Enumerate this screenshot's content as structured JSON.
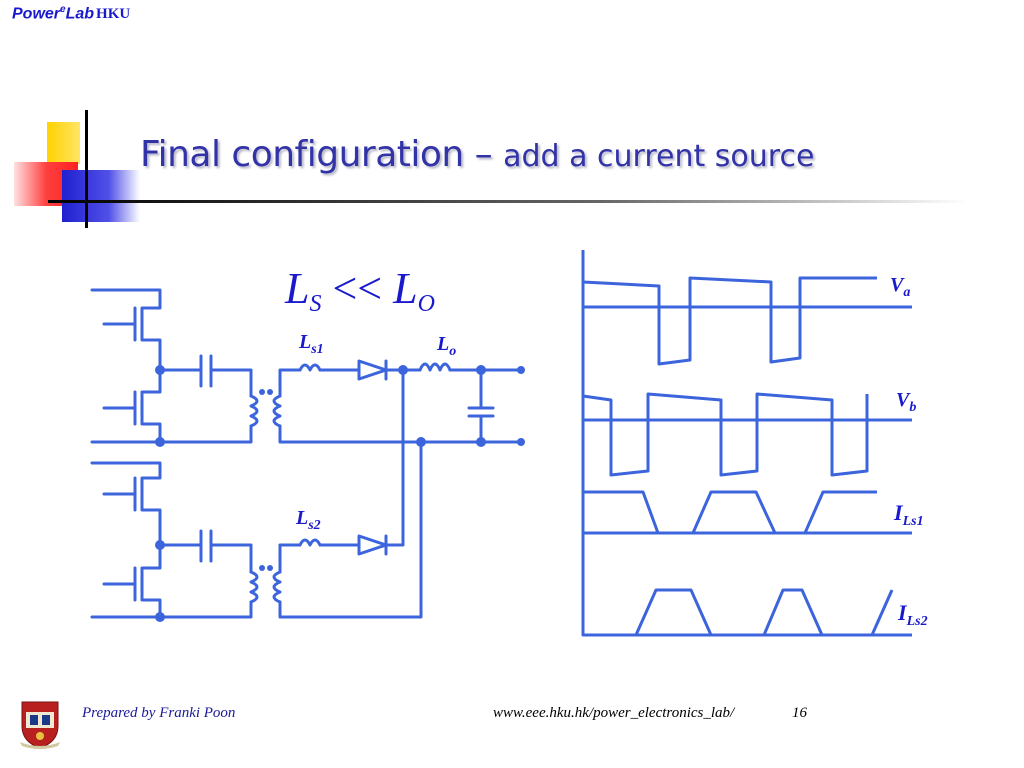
{
  "header": {
    "logo_power": "Power",
    "logo_e": "e",
    "logo_lab": "Lab",
    "logo_hku": "HKU"
  },
  "slide": {
    "title_main": "Final configuration – ",
    "title_sub": "add a current source"
  },
  "equation": {
    "L": "L",
    "s": "S",
    "op": " << ",
    "o": "O"
  },
  "circuit": {
    "ls1": {
      "base": "L",
      "sub": "s1"
    },
    "lo": {
      "base": "L",
      "sub": "o"
    },
    "ls2": {
      "base": "L",
      "sub": "s2"
    }
  },
  "waveforms": {
    "va": {
      "base": "V",
      "sub": "a"
    },
    "vb": {
      "base": "V",
      "sub": "b"
    },
    "ils1": {
      "base": "I",
      "sub": "Ls1"
    },
    "ils2": {
      "base": "I",
      "sub": "Ls2"
    }
  },
  "footer": {
    "author": "Prepared by Franki Poon",
    "url": "www.eee.hku.hk/power_electronics_lab/",
    "page": "16"
  },
  "colors": {
    "wire": "#3c64dc",
    "label": "#1a1acc",
    "title": "#3333a8"
  }
}
